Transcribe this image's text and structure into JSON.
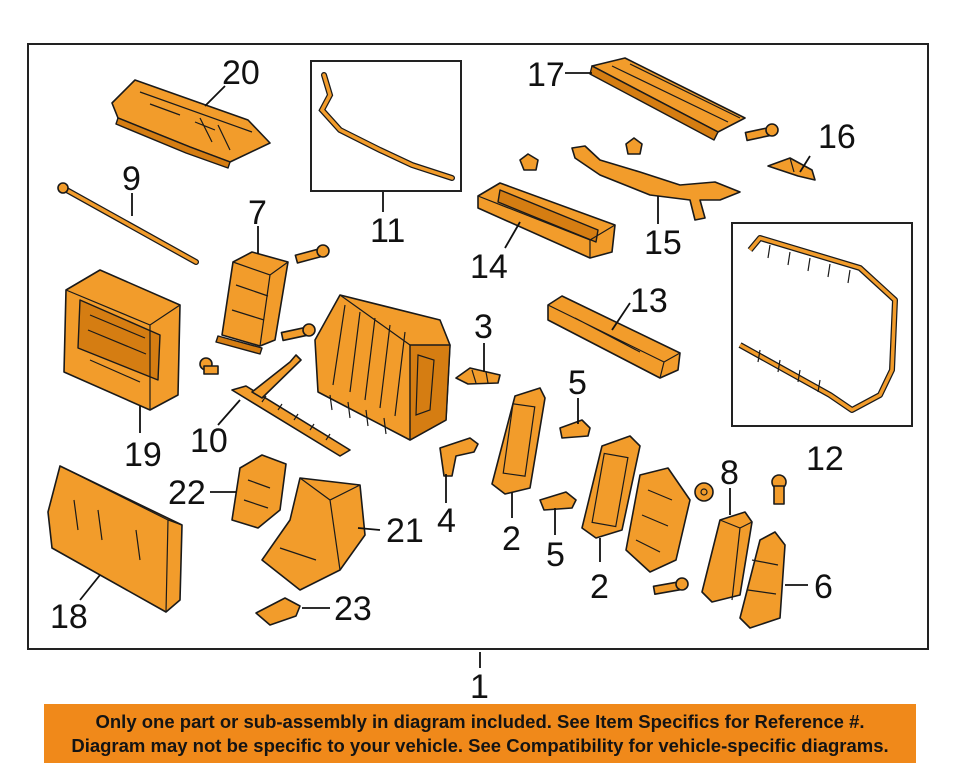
{
  "callouts": {
    "c1": "1",
    "c2a": "2",
    "c2b": "2",
    "c3": "3",
    "c4": "4",
    "c5a": "5",
    "c5b": "5",
    "c6": "6",
    "c7": "7",
    "c8": "8",
    "c9": "9",
    "c10": "10",
    "c11": "11",
    "c12": "12",
    "c13": "13",
    "c14": "14",
    "c15": "15",
    "c16": "16",
    "c17": "17",
    "c18": "18",
    "c19": "19",
    "c20": "20",
    "c21": "21",
    "c22": "22",
    "c23": "23"
  },
  "notice": {
    "line1": "Only one part or sub-assembly in diagram included. See Item Specifics for Reference #.",
    "line2": "Diagram may not be specific to your vehicle. See Compatibility for vehicle-specific diagrams."
  },
  "colors": {
    "part": "#f29c2b",
    "banner": "#f0891a",
    "outline": "#1a1a1a"
  }
}
